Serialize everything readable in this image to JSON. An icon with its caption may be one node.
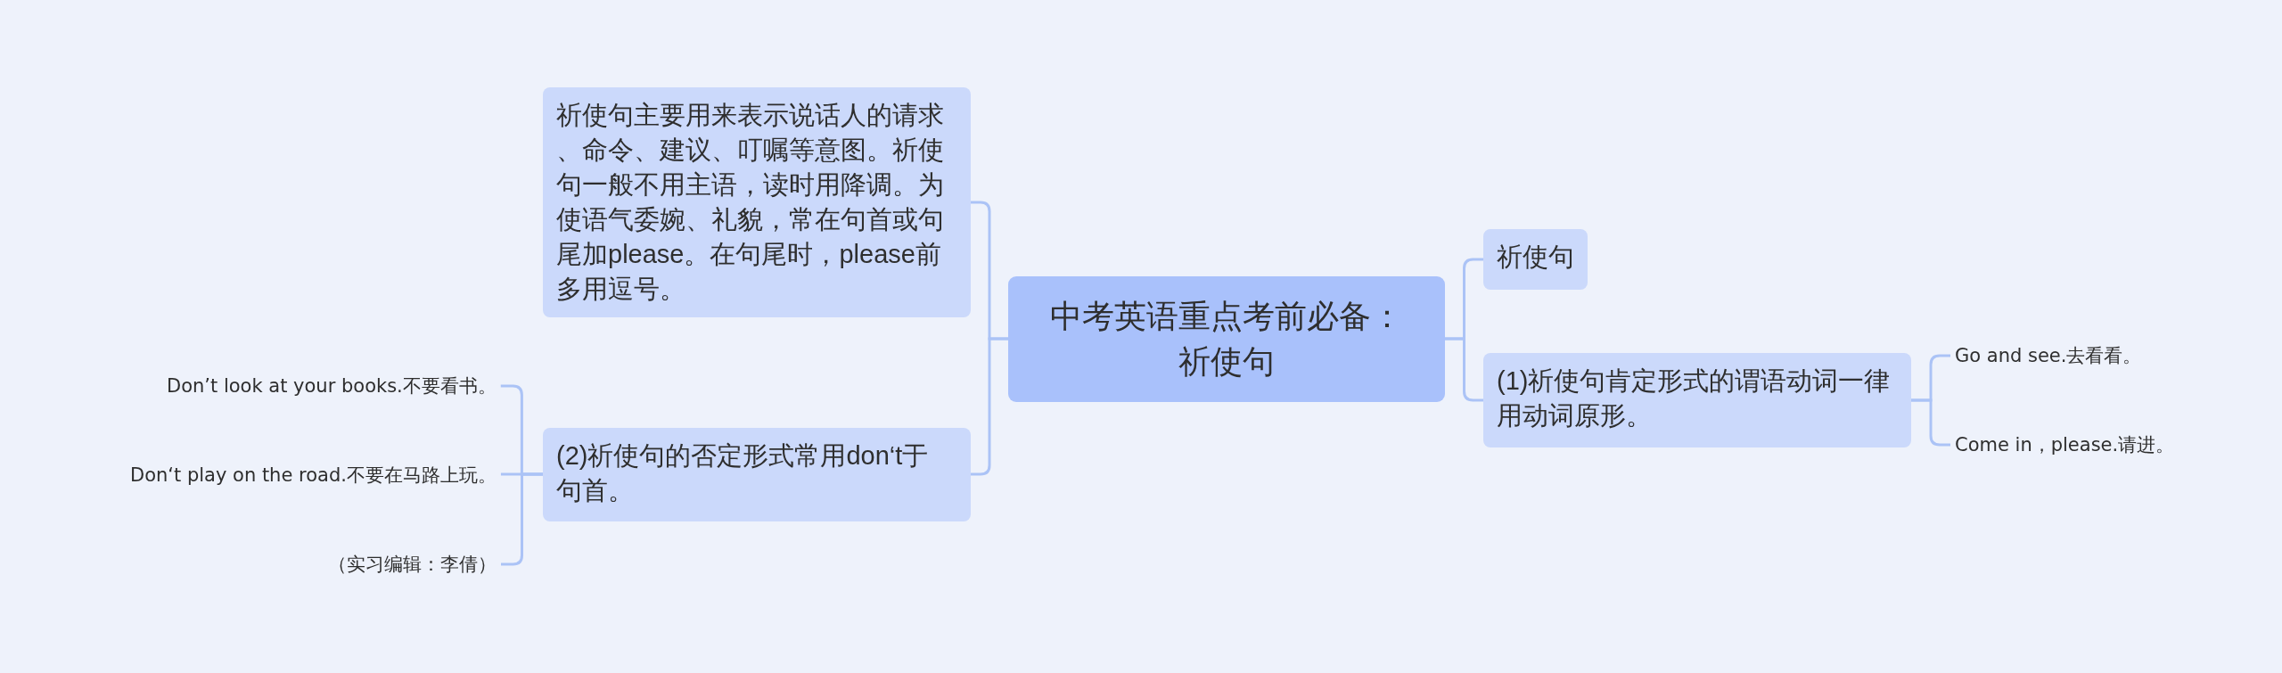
{
  "diagram": {
    "nodes": [
      {
        "text": [
          "中考英语重点考前必备：祈使句"
        ]
      },
      {
        "text": [
          "祈使句主要用来表示说话人的请求、命令、建议、叮嘱等意图。祈使句一般不用主语，读时用降调。为使语气委婉、礼貌，常在句首或句尾加please。在句尾时，please前多用逗号。"
        ]
      },
      {
        "text": [
          "(2)祈使句的否定形式常用don‘t于句首。"
        ]
      },
      {
        "text": [
          "祈使句"
        ]
      },
      {
        "text": [
          "(1)祈使句肯定形式的谓语动词一律用动词原形。"
        ]
      },
      {
        "text": [
          "Go and see.去看看。"
        ]
      },
      {
        "text": [
          "Come in，please.请进。"
        ]
      },
      {
        "text": [
          "Don’t look at your books.不要看书。"
        ]
      },
      {
        "text": [
          "Don‘t play on the road.不要在马路上玩。"
        ]
      },
      {
        "text": [
          "（实习编辑：李倩）"
        ]
      }
    ],
    "edges": [
      {
        "from": 0,
        "to": 1,
        "arrow": "none"
      },
      {
        "from": 0,
        "to": 2,
        "arrow": "none"
      },
      {
        "from": 0,
        "to": 3,
        "arrow": "none"
      },
      {
        "from": 0,
        "to": 4,
        "arrow": "none"
      },
      {
        "from": 4,
        "to": 5,
        "arrow": "none"
      },
      {
        "from": 4,
        "to": 6,
        "arrow": "none"
      },
      {
        "from": 2,
        "to": 7,
        "arrow": "none"
      },
      {
        "from": 2,
        "to": 8,
        "arrow": "none"
      },
      {
        "from": 2,
        "to": 9,
        "arrow": "none"
      }
    ]
  }
}
